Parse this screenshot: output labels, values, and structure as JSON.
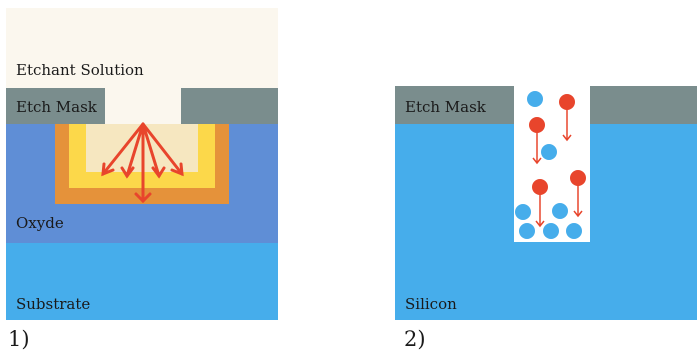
{
  "panel_1": {
    "number": "1)",
    "labels": {
      "etchant_solution": "Etchant Solution",
      "etch_mask": "Etch Mask",
      "oxide": "Oxyde",
      "substrate": "Substrate"
    }
  },
  "panel_2": {
    "number": "2)",
    "labels": {
      "etch_mask": "Etch Mask",
      "silicon": "Silicon"
    }
  },
  "colors": {
    "solution": "#fbf7ee",
    "mask": "#7a8d8d",
    "oxide": "#5f8ed6",
    "substrate": "#46adeb",
    "silicon": "#46adeb",
    "etch_outer": "#e5923a",
    "etch_middle": "#fcd84a",
    "etch_inner": "#f6e7c0",
    "arrow": "#e8452c",
    "ion_red": "#e8452c",
    "ion_blue": "#46adeb"
  }
}
